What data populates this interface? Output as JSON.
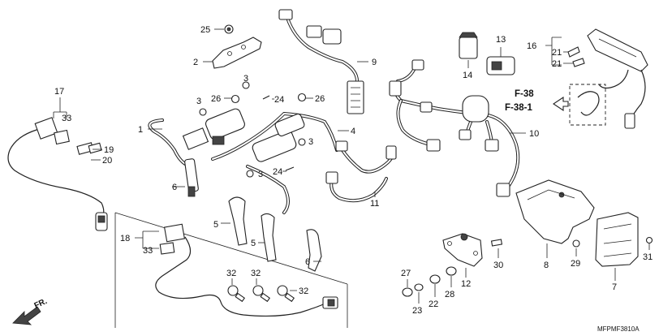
{
  "callouts": {
    "c1": "1",
    "c2": "2",
    "c3a": "3",
    "c3b": "3",
    "c3c": "3",
    "c3d": "3",
    "c4": "4",
    "c5a": "5",
    "c5b": "5",
    "c6a": "6",
    "c6b": "6",
    "c7": "7",
    "c8": "8",
    "c9": "9",
    "c10": "10",
    "c11": "11",
    "c12": "12",
    "c13": "13",
    "c14": "14",
    "c16": "16",
    "c17": "17",
    "c18": "18",
    "c19": "19",
    "c20": "20",
    "c21a": "21",
    "c21b": "21",
    "c22": "22",
    "c23": "23",
    "c24a": "24",
    "c24b": "24",
    "c25": "25",
    "c26a": "26",
    "c26b": "26",
    "c27": "27",
    "c28": "28",
    "c29": "29",
    "c30": "30",
    "c31": "31",
    "c32a": "32",
    "c32b": "32",
    "c32c": "32",
    "c33a": "33",
    "c33b": "33"
  },
  "references": {
    "ref1": "F-38",
    "ref2": "F-38-1"
  },
  "direction": "FR.",
  "diagram_code": "MFPMF3810A"
}
